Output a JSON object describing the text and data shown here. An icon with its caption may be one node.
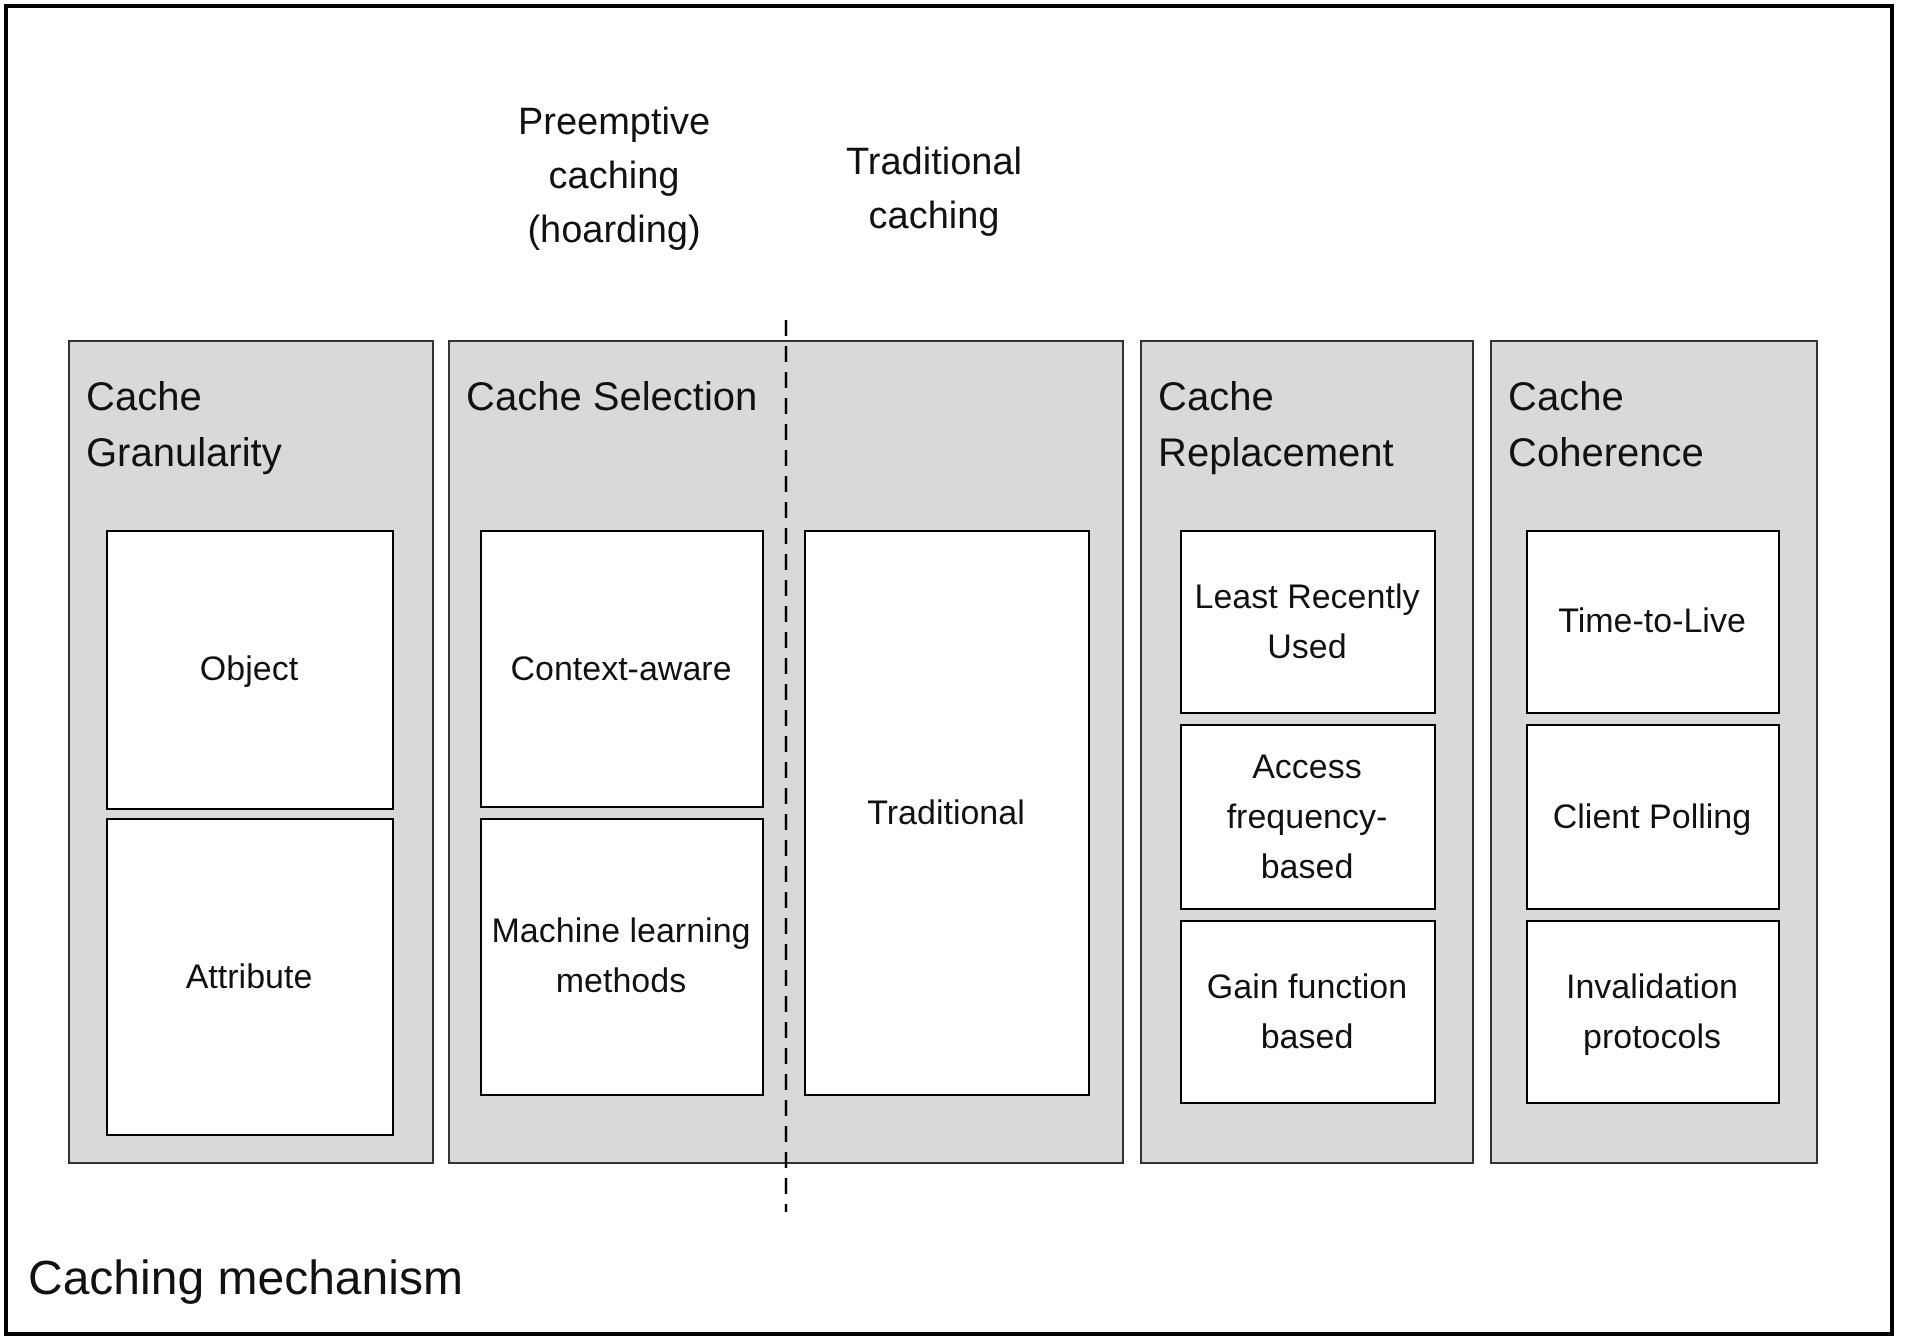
{
  "diagram": {
    "nodes": [
      {
        "text": [
          "Caching mechanism"
        ]
      },
      {
        "text": [
          "Cache Granularity"
        ],
        "in": 0
      },
      {
        "text": [
          "Object"
        ],
        "in": 1
      },
      {
        "text": [
          "Attribute"
        ],
        "in": 1
      },
      {
        "text": [
          "Cache Selection"
        ],
        "in": 0
      },
      {
        "text": [
          "Context-aware"
        ],
        "in": 4
      },
      {
        "text": [
          "Machine learning methods"
        ],
        "in": 4
      },
      {
        "text": [
          "Traditional"
        ],
        "in": 4
      },
      {
        "text": [
          "Cache Replacement"
        ],
        "in": 0
      },
      {
        "text": [
          "Least Recently Used"
        ],
        "in": 8
      },
      {
        "text": [
          "Access frequency-based"
        ],
        "in": 8
      },
      {
        "text": [
          "Gain function based"
        ],
        "in": 8
      },
      {
        "text": [
          "Cache Coherence"
        ],
        "in": 0
      },
      {
        "text": [
          "Time-to-Live"
        ],
        "in": 12
      },
      {
        "text": [
          "Client Polling"
        ],
        "in": 12
      },
      {
        "text": [
          "Invalidation protocols"
        ],
        "in": 12
      }
    ],
    "labels": [
      "Preemptive caching (hoarding)",
      "Traditional caching"
    ]
  }
}
